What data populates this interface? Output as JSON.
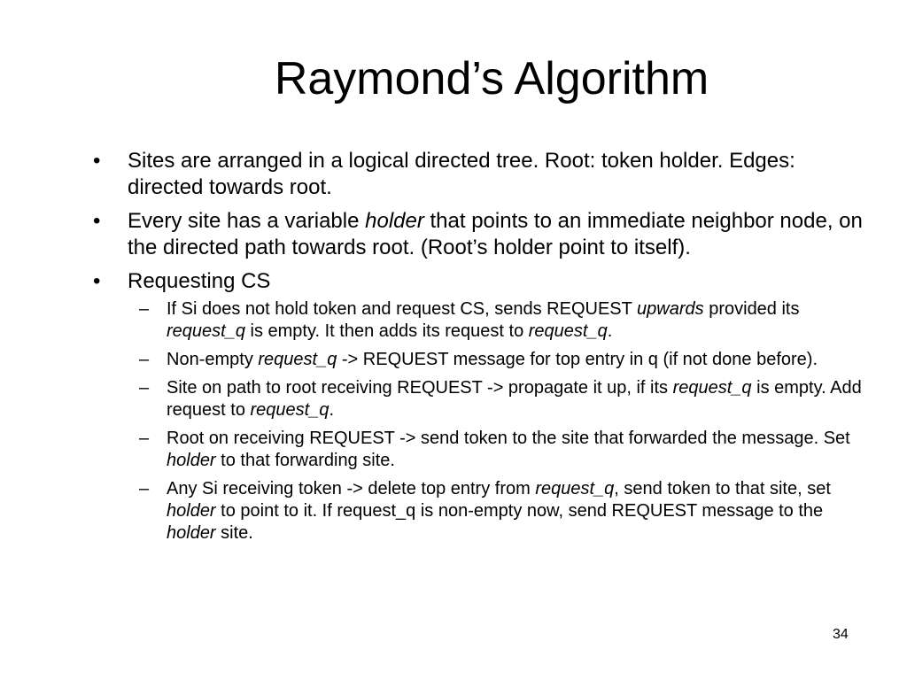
{
  "slide": {
    "title": "Raymond’s Algorithm",
    "page_number": "34",
    "bullet_char": "•",
    "dash_char": "–",
    "bullets": [
      {
        "a": "Sites are arranged in a logical directed tree. Root: token holder. Edges: directed towards root."
      },
      {
        "a": "Every site has a variable ",
        "b_em": "holder",
        "c": " that points to an immediate neighbor node, on the directed path towards root. (Root’s holder point to itself)."
      },
      {
        "a": "Requesting CS"
      }
    ],
    "sub_bullets": [
      {
        "a": "If Si does not hold token and request CS, sends REQUEST ",
        "b_em": "upwards",
        "c": " provided its ",
        "d_em": "request_q",
        "e": " is empty. It then adds its request to ",
        "f_em": "request_q",
        "g": "."
      },
      {
        "a": "Non-empty ",
        "b_em": "request_q",
        "c": " -> REQUEST message for top entry in q (if not done before)."
      },
      {
        "a": "Site on path to root receiving REQUEST -> propagate it up, if its ",
        "b_em": "request_q",
        "c": " is empty. Add request to ",
        "d_em": "request_q",
        "e": "."
      },
      {
        "a": "Root on receiving REQUEST -> send token to the site that forwarded the message. Set ",
        "b_em": "holder",
        "c": " to that forwarding site."
      },
      {
        "a": "Any Si receiving token -> delete top entry from ",
        "b_em": "request_q",
        "c": ", send token to that site, set ",
        "d_em": "holder",
        "e": " to point to it. If request_q is non-empty now, send REQUEST message to the ",
        "f_em": "holder",
        "g": " site."
      }
    ]
  }
}
